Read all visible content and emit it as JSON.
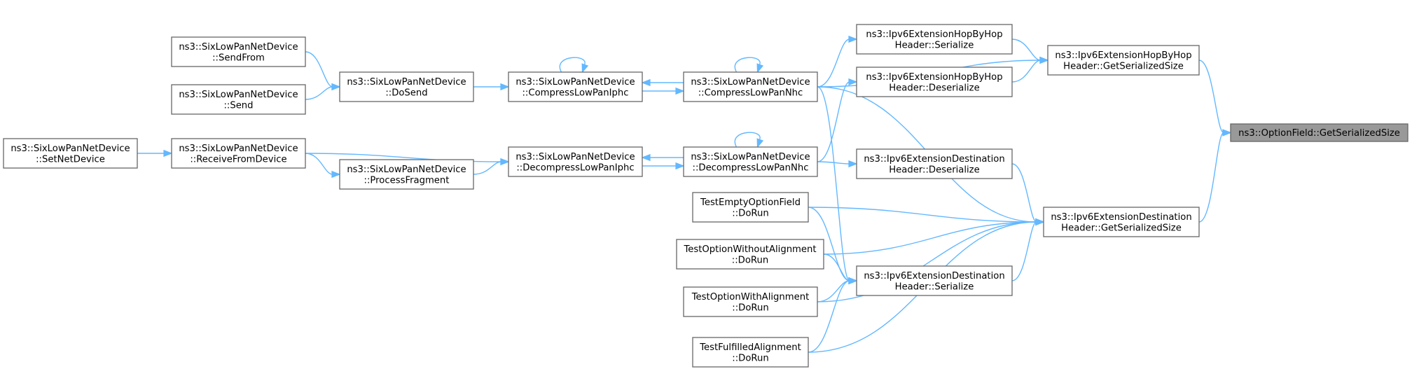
{
  "graph": {
    "type": "caller-graph",
    "root": "n_root",
    "colors": {
      "edge": "#63b8ff",
      "node_border": "#666666",
      "root_fill": "#999999",
      "node_fill": "#ffffff"
    },
    "nodes": [
      {
        "id": "n_root",
        "lines": [
          "ns3::OptionField::GetSerializedSize"
        ],
        "root": true
      },
      {
        "id": "n_hbh_gss",
        "lines": [
          "ns3::Ipv6ExtensionHopByHop",
          "Header::GetSerializedSize"
        ]
      },
      {
        "id": "n_dst_gss",
        "lines": [
          "ns3::Ipv6ExtensionDestination",
          "Header::GetSerializedSize"
        ]
      },
      {
        "id": "n_hbh_ser",
        "lines": [
          "ns3::Ipv6ExtensionHopByHop",
          "Header::Serialize"
        ]
      },
      {
        "id": "n_hbh_des",
        "lines": [
          "ns3::Ipv6ExtensionHopByHop",
          "Header::Deserialize"
        ]
      },
      {
        "id": "n_dst_des",
        "lines": [
          "ns3::Ipv6ExtensionDestination",
          "Header::Deserialize"
        ]
      },
      {
        "id": "n_dst_ser",
        "lines": [
          "ns3::Ipv6ExtensionDestination",
          "Header::Serialize"
        ]
      },
      {
        "id": "n_nhc",
        "lines": [
          "ns3::SixLowPanNetDevice",
          "::CompressLowPanNhc"
        ]
      },
      {
        "id": "n_dnhc",
        "lines": [
          "ns3::SixLowPanNetDevice",
          "::DecompressLowPanNhc"
        ]
      },
      {
        "id": "n_t_empty",
        "lines": [
          "TestEmptyOptionField",
          "::DoRun"
        ]
      },
      {
        "id": "n_t_without",
        "lines": [
          "TestOptionWithoutAlignment",
          "::DoRun"
        ]
      },
      {
        "id": "n_t_with",
        "lines": [
          "TestOptionWithAlignment",
          "::DoRun"
        ]
      },
      {
        "id": "n_t_full",
        "lines": [
          "TestFulfilledAlignment",
          "::DoRun"
        ]
      },
      {
        "id": "n_iphc",
        "lines": [
          "ns3::SixLowPanNetDevice",
          "::CompressLowPanIphc"
        ]
      },
      {
        "id": "n_diphc",
        "lines": [
          "ns3::SixLowPanNetDevice",
          "::DecompressLowPanIphc"
        ]
      },
      {
        "id": "n_dosend",
        "lines": [
          "ns3::SixLowPanNetDevice",
          "::DoSend"
        ]
      },
      {
        "id": "n_recv",
        "lines": [
          "ns3::SixLowPanNetDevice",
          "::ReceiveFromDevice"
        ]
      },
      {
        "id": "n_frag",
        "lines": [
          "ns3::SixLowPanNetDevice",
          "::ProcessFragment"
        ]
      },
      {
        "id": "n_sendfrom",
        "lines": [
          "ns3::SixLowPanNetDevice",
          "::SendFrom"
        ]
      },
      {
        "id": "n_send",
        "lines": [
          "ns3::SixLowPanNetDevice",
          "::Send"
        ]
      },
      {
        "id": "n_setnet",
        "lines": [
          "ns3::SixLowPanNetDevice",
          "::SetNetDevice"
        ]
      }
    ],
    "edges": [
      {
        "from": "n_hbh_gss",
        "to": "n_root"
      },
      {
        "from": "n_dst_gss",
        "to": "n_root"
      },
      {
        "from": "n_hbh_ser",
        "to": "n_hbh_gss"
      },
      {
        "from": "n_hbh_des",
        "to": "n_hbh_gss"
      },
      {
        "from": "n_nhc",
        "to": "n_hbh_gss"
      },
      {
        "from": "n_dst_des",
        "to": "n_dst_gss"
      },
      {
        "from": "n_dst_ser",
        "to": "n_dst_gss"
      },
      {
        "from": "n_nhc",
        "to": "n_dst_gss"
      },
      {
        "from": "n_t_empty",
        "to": "n_dst_gss"
      },
      {
        "from": "n_t_without",
        "to": "n_dst_gss"
      },
      {
        "from": "n_t_with",
        "to": "n_dst_gss"
      },
      {
        "from": "n_t_full",
        "to": "n_dst_gss"
      },
      {
        "from": "n_nhc",
        "to": "n_hbh_ser"
      },
      {
        "from": "n_dnhc",
        "to": "n_hbh_des"
      },
      {
        "from": "n_dnhc",
        "to": "n_dst_des"
      },
      {
        "from": "n_nhc",
        "to": "n_dst_ser"
      },
      {
        "from": "n_t_empty",
        "to": "n_dst_ser"
      },
      {
        "from": "n_t_without",
        "to": "n_dst_ser"
      },
      {
        "from": "n_t_with",
        "to": "n_dst_ser"
      },
      {
        "from": "n_t_full",
        "to": "n_dst_ser"
      },
      {
        "from": "n_nhc",
        "to": "n_nhc"
      },
      {
        "from": "n_iphc",
        "to": "n_nhc"
      },
      {
        "from": "n_nhc",
        "to": "n_iphc"
      },
      {
        "from": "n_dnhc",
        "to": "n_dnhc"
      },
      {
        "from": "n_diphc",
        "to": "n_dnhc"
      },
      {
        "from": "n_dnhc",
        "to": "n_diphc"
      },
      {
        "from": "n_iphc",
        "to": "n_iphc"
      },
      {
        "from": "n_dosend",
        "to": "n_iphc"
      },
      {
        "from": "n_recv",
        "to": "n_diphc"
      },
      {
        "from": "n_frag",
        "to": "n_diphc"
      },
      {
        "from": "n_sendfrom",
        "to": "n_dosend"
      },
      {
        "from": "n_send",
        "to": "n_dosend"
      },
      {
        "from": "n_recv",
        "to": "n_frag"
      },
      {
        "from": "n_setnet",
        "to": "n_recv"
      }
    ]
  }
}
